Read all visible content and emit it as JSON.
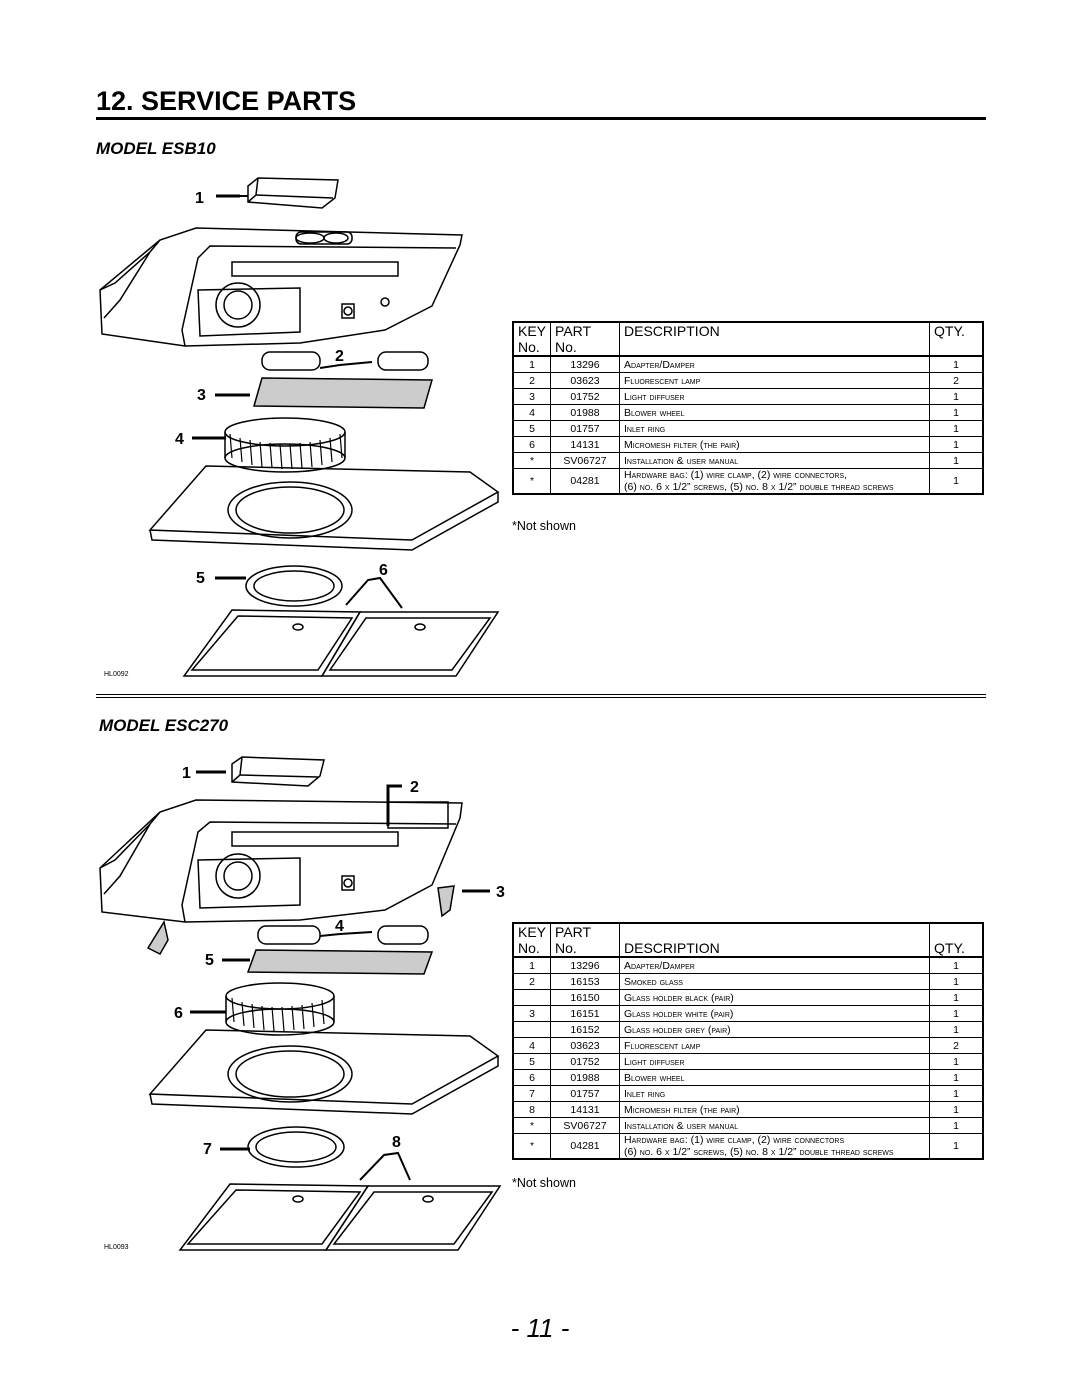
{
  "page_title": "12. SERVICE PARTS",
  "page_number": "- 11 -",
  "models": [
    {
      "title": "MODEL ESB10",
      "drawing_code": "HL0092",
      "callouts": [
        "1",
        "2",
        "3",
        "4",
        "5",
        "6"
      ],
      "headers": {
        "key1": "KEY",
        "key2": "No.",
        "part1": "PART",
        "part2": "No.",
        "description": "DESCRIPTION",
        "qty": "QTY."
      },
      "rows": [
        {
          "key": "1",
          "part": "13296",
          "description": "Adapter/Damper",
          "qty": "1"
        },
        {
          "key": "2",
          "part": "03623",
          "description": "Fluorescent lamp",
          "qty": "2"
        },
        {
          "key": "3",
          "part": "01752",
          "description": "Light diffuser",
          "qty": "1"
        },
        {
          "key": "4",
          "part": "01988",
          "description": "Blower wheel",
          "qty": "1"
        },
        {
          "key": "5",
          "part": "01757",
          "description": "Inlet ring",
          "qty": "1"
        },
        {
          "key": "6",
          "part": "14131",
          "description": "Micromesh filter (the pair)",
          "qty": "1"
        },
        {
          "key": "*",
          "part": "SV06727",
          "description": "Installation & user manual",
          "qty": "1"
        }
      ],
      "hardware_row": {
        "key": "*",
        "part": "04281",
        "line1": "Hardware bag: (1) wire clamp, (2) wire connectors,",
        "line2": "(6) no. 6 x 1/2” screws, (5) no. 8 x 1/2” double thread screws",
        "qty": "1"
      },
      "note": "*Not shown"
    },
    {
      "title": "MODEL ESC270",
      "drawing_code": "HL0093",
      "callouts": [
        "1",
        "2",
        "3",
        "4",
        "5",
        "6",
        "7",
        "8"
      ],
      "headers": {
        "key1": "KEY",
        "key2": "No.",
        "part1": "PART",
        "part2": "No.",
        "description": "DESCRIPTION",
        "qty": "QTY."
      },
      "rows": [
        {
          "key": "1",
          "part": "13296",
          "description": "Adapter/Damper",
          "qty": "1"
        },
        {
          "key": "2",
          "part": "16153",
          "description": "Smoked glass",
          "qty": "1"
        },
        {
          "key": "",
          "part": "16150",
          "description": "Glass holder black (pair)",
          "qty": "1"
        },
        {
          "key": "3",
          "part": "16151",
          "description": "Glass holder white (pair)",
          "qty": "1"
        },
        {
          "key": "",
          "part": "16152",
          "description": "Glass holder grey (pair)",
          "qty": "1"
        },
        {
          "key": "4",
          "part": "03623",
          "description": "Fluorescent lamp",
          "qty": "2"
        },
        {
          "key": "5",
          "part": "01752",
          "description": "Light diffuser",
          "qty": "1"
        },
        {
          "key": "6",
          "part": "01988",
          "description": "Blower wheel",
          "qty": "1"
        },
        {
          "key": "7",
          "part": "01757",
          "description": "Inlet ring",
          "qty": "1"
        },
        {
          "key": "8",
          "part": "14131",
          "description": "Micromesh filter (the pair)",
          "qty": "1"
        },
        {
          "key": "*",
          "part": "SV06727",
          "description": "Installation & user manual",
          "qty": "1"
        }
      ],
      "hardware_row": {
        "key": "*",
        "part": "04281",
        "line1": "Hardware bag: (1) wire clamp, (2) wire connectors",
        "line2": "(6) no. 6 x 1/2” screws, (5) no. 8 x 1/2” double thread screws",
        "qty": "1"
      },
      "note": "*Not shown"
    }
  ]
}
